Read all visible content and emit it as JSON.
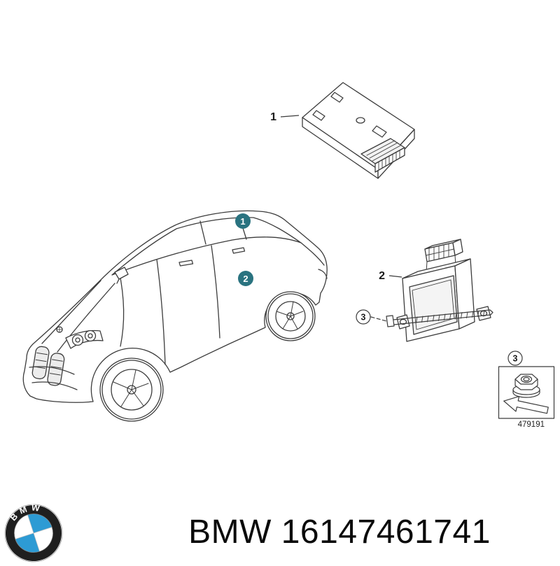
{
  "diagram": {
    "module1_callout": "1",
    "module2_callout": "2",
    "screw_callout": "3",
    "car_callout_roof": "1",
    "car_callout_door": "2",
    "hardware_box": {
      "callout": "3",
      "diagram_number": "479191"
    }
  },
  "footer": {
    "logo_text": "BMW",
    "part_title": "BMW 16147461741"
  },
  "colors": {
    "highlight_teal": "#2a7380",
    "line_dark": "#3c3c3c",
    "bmw_blue": "#2d9bd4"
  }
}
